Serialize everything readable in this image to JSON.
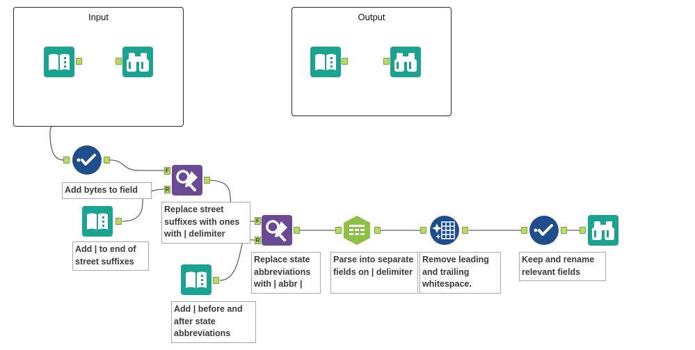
{
  "containers": {
    "input_title": "Input",
    "output_title": "Output"
  },
  "annotations": {
    "add_bytes": "Add bytes to field",
    "add_pipe_suffix": "Add | to end of street suffixes",
    "replace_street": "Replace street suffixes with ones with | delimiter",
    "replace_state": "Replace state abbreviations with | abbr |",
    "add_pipe_state": "Add | before and after state abbreviations",
    "parse": "Parse into separate fields on | delimiter",
    "whitespace": "Remove leading and trailing whitespace.",
    "keep_rename": "Keep and rename relevant fields"
  },
  "port_labels": {
    "find": "F",
    "replace": "R"
  },
  "tool_icons": {
    "input": "input-data-book-icon",
    "browse": "browse-binoculars-icon",
    "select": "select-checkmark-icon",
    "find_replace": "find-replace-icon",
    "text_to_columns": "text-to-columns-icon",
    "data_cleansing": "data-cleansing-icon"
  },
  "colors": {
    "teal": "#1aa391",
    "navy": "#1f4e8c",
    "purple": "#6a4a94",
    "parse_green": "#8cc145",
    "port_green": "#b8d96a",
    "wire": "#606060"
  }
}
